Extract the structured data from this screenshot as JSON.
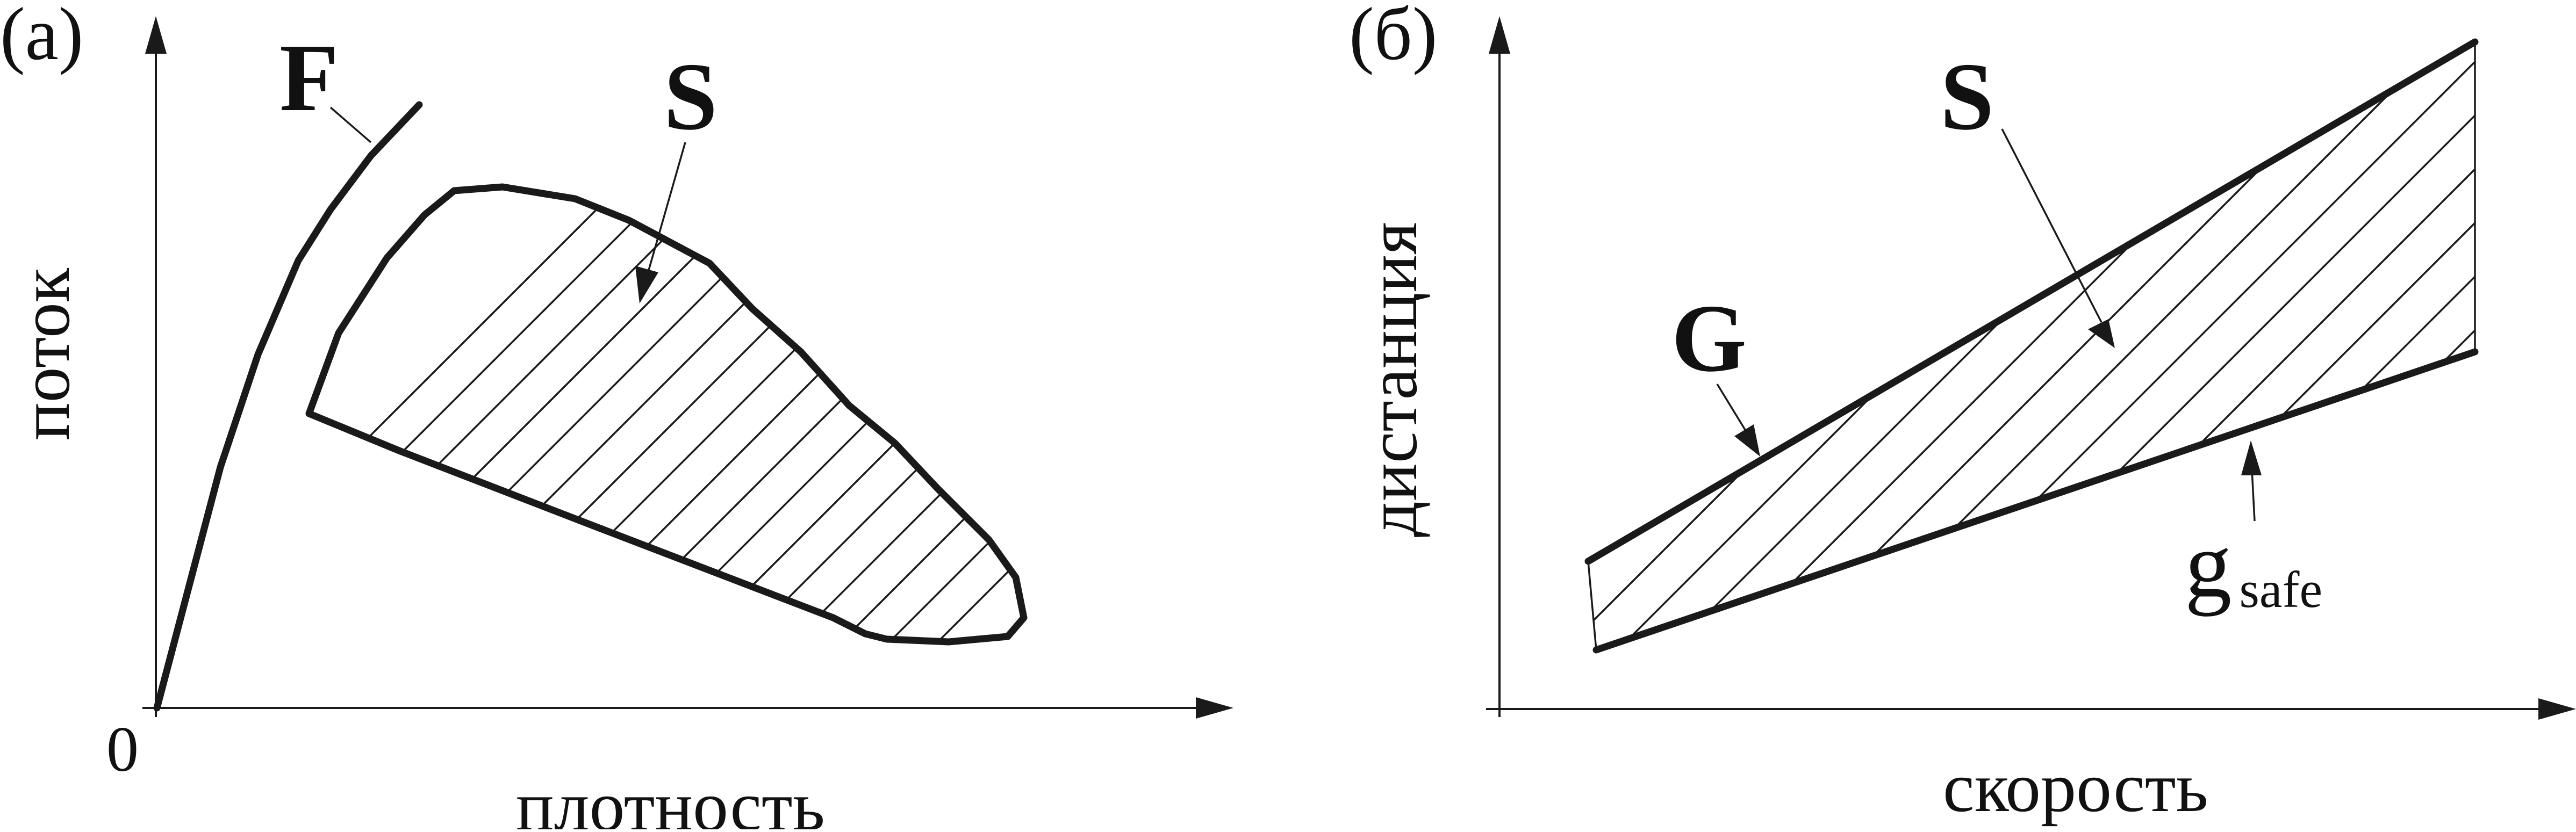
{
  "panel_a": {
    "tag": "(а)",
    "x_label": "плотность",
    "y_label": "поток",
    "origin_label": "0",
    "curve_label": "F",
    "region_label": "S"
  },
  "panel_b": {
    "tag": "(б)",
    "x_label": "скорость",
    "y_label": "дистанция",
    "upper_line_label": "G",
    "lower_line_label": "g",
    "lower_line_subscript": "safe",
    "region_label": "S"
  },
  "colors": {
    "ink": "#1a1a1a",
    "background": "#ffffff"
  }
}
